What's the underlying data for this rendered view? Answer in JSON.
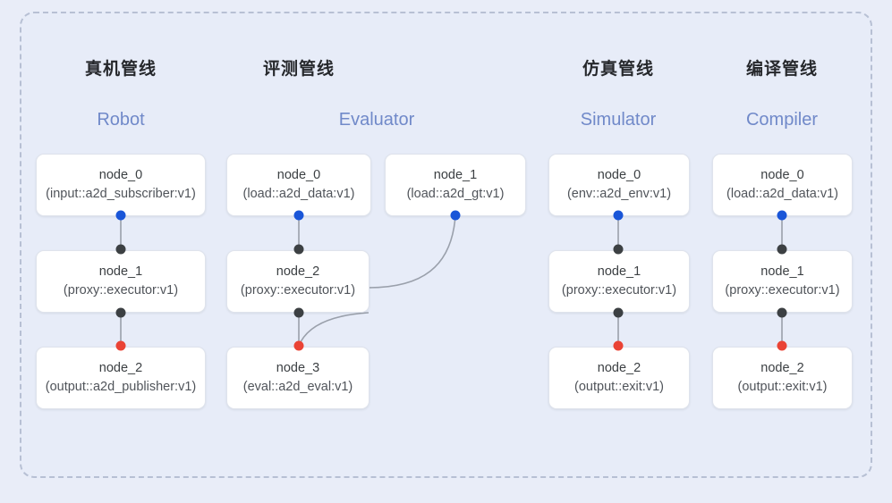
{
  "diagram": {
    "title_cn_columns": [
      "真机管线",
      "评测管线",
      "仿真管线",
      "编译管线"
    ],
    "colors": {
      "background": "#e9edf8",
      "frame_border": "#b7c0d4",
      "node_fill": "#ffffff",
      "node_border": "#dfe3ec",
      "header_cn": "#26282c",
      "header_en": "#7089c9",
      "dot_source": "#1a56d8",
      "dot_middle": "#3c4043",
      "dot_sink": "#ea4335",
      "edge_line": "#9aa0ab"
    }
  },
  "columns": [
    {
      "id": "robot",
      "header_cn": "真机管线",
      "header_en": "Robot",
      "nodes": [
        {
          "id": "node_0",
          "type": "(input::a2d_subscriber:v1)"
        },
        {
          "id": "node_1",
          "type": "(proxy::executor:v1)"
        },
        {
          "id": "node_2",
          "type": "(output::a2d_publisher:v1)"
        }
      ]
    },
    {
      "id": "evaluator",
      "header_cn": "评测管线",
      "header_en": "Evaluator",
      "nodes": [
        {
          "id": "node_0",
          "type": "(load::a2d_data:v1)"
        },
        {
          "id": "node_1",
          "type": "(load::a2d_gt:v1)"
        },
        {
          "id": "node_2",
          "type": "(proxy::executor:v1)"
        },
        {
          "id": "node_3",
          "type": "(eval::a2d_eval:v1)"
        }
      ]
    },
    {
      "id": "simulator",
      "header_cn": "仿真管线",
      "header_en": "Simulator",
      "nodes": [
        {
          "id": "node_0",
          "type": "(env::a2d_env:v1)"
        },
        {
          "id": "node_1",
          "type": "(proxy::executor:v1)"
        },
        {
          "id": "node_2",
          "type": "(output::exit:v1)"
        }
      ]
    },
    {
      "id": "compiler",
      "header_cn": "编译管线",
      "header_en": "Compiler",
      "nodes": [
        {
          "id": "node_0",
          "type": "(load::a2d_data:v1)"
        },
        {
          "id": "node_1",
          "type": "(proxy::executor:v1)"
        },
        {
          "id": "node_2",
          "type": "(output::exit:v1)"
        }
      ]
    }
  ]
}
